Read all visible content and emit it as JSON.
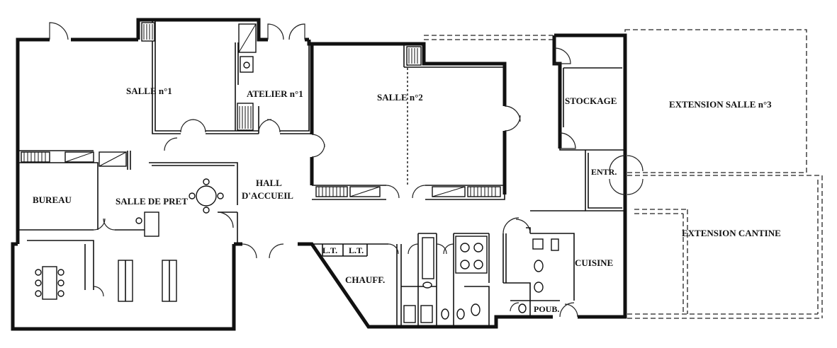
{
  "rooms": {
    "salle1": "SALLE n°1",
    "atelier1": "ATELIER n°1",
    "salle2": "SALLE n°2",
    "stockage": "STOCKAGE",
    "extension_salle3": "EXTENSION SALLE n°3",
    "entree": "ENTR.",
    "bureau": "BUREAU",
    "salle_de_pret": "SALLE DE PRET",
    "hall_line1": "HALL",
    "hall_line2": "D'ACCUEIL",
    "lt_a": "L.T.",
    "lt_b": "L.T.",
    "chauff": "CHAUFF.",
    "cuisine": "CUISINE",
    "poub": "POUB.",
    "extension_cantine": "EXTENSION CANTINE"
  }
}
